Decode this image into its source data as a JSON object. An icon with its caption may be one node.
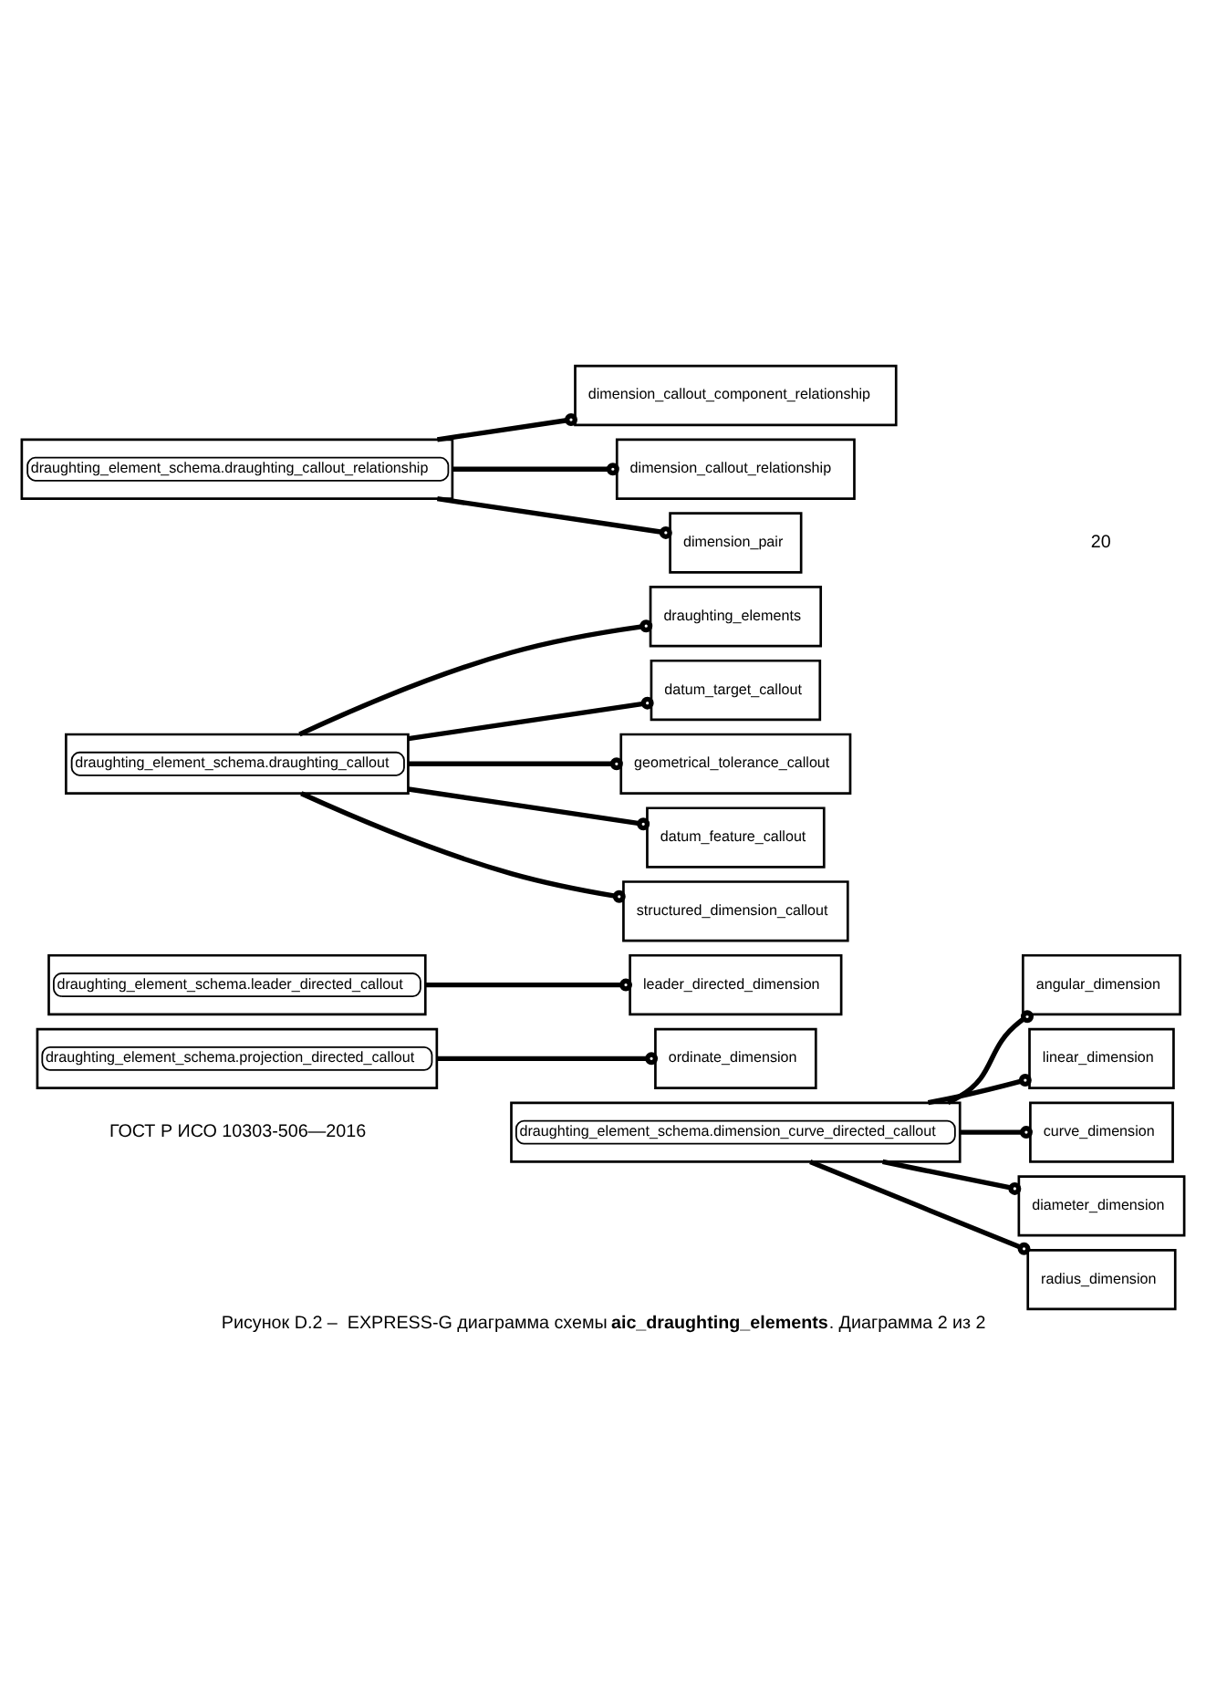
{
  "diagram": {
    "caption": "Рисунок D.2 –  EXPRESS-G диаграмма схемы **aic_draughting_elements**. Диаграмма 2 из 2",
    "nodes": [
      {
        "text": [
          "draughting_element_schema.dimension_curve_directed_callout"
        ]
      },
      {
        "text": [
          "angular_dimension"
        ]
      },
      {
        "text": [
          "linear_dimension"
        ]
      },
      {
        "text": [
          "curve_dimension"
        ]
      },
      {
        "text": [
          "diameter_dimension"
        ]
      },
      {
        "text": [
          "radius_dimension"
        ]
      },
      {
        "text": [
          "draughting_element_schema.projection_directed_callout"
        ]
      },
      {
        "text": [
          "ordinate_dimension"
        ]
      },
      {
        "text": [
          "draughting_element_schema.leader_directed_callout"
        ]
      },
      {
        "text": [
          "leader_directed_dimension"
        ]
      },
      {
        "text": [
          "draughting_element_schema.draughting_callout"
        ]
      },
      {
        "text": [
          "draughting_elements"
        ]
      },
      {
        "text": [
          "datum_target_callout"
        ]
      },
      {
        "text": [
          "geometrical_tolerance_callout"
        ]
      },
      {
        "text": [
          "datum_feature_callout"
        ]
      },
      {
        "text": [
          "structured_dimension_callout"
        ]
      },
      {
        "text": [
          "draughting_element_schema.draughting_callout_relationship"
        ]
      },
      {
        "text": [
          "dimension_callout_component_relationship"
        ]
      },
      {
        "text": [
          "dimension_callout_relationship"
        ]
      },
      {
        "text": [
          "dimension_pair"
        ]
      }
    ],
    "edges": [
      {
        "from": 0,
        "to": 1,
        "arrow": "other"
      },
      {
        "from": 0,
        "to": 2,
        "arrow": "other"
      },
      {
        "from": 0,
        "to": 3,
        "arrow": "other"
      },
      {
        "from": 0,
        "to": 4,
        "arrow": "other"
      },
      {
        "from": 0,
        "to": 5,
        "arrow": "other"
      },
      {
        "from": 6,
        "to": 7,
        "arrow": "other"
      },
      {
        "from": 8,
        "to": 9,
        "arrow": "other"
      },
      {
        "from": 10,
        "to": 11,
        "arrow": "other"
      },
      {
        "from": 10,
        "to": 12,
        "arrow": "other"
      },
      {
        "from": 10,
        "to": 13,
        "arrow": "other"
      },
      {
        "from": 10,
        "to": 14,
        "arrow": "other"
      },
      {
        "from": 10,
        "to": 15,
        "arrow": "other"
      },
      {
        "from": 16,
        "to": 17,
        "arrow": "other"
      },
      {
        "from": 16,
        "to": 18,
        "arrow": "other"
      },
      {
        "from": 16,
        "to": 19,
        "arrow": "other"
      }
    ],
    "labels": [
      "ГОСТ Р ИСО 10303-506—2016",
      "20"
    ]
  }
}
